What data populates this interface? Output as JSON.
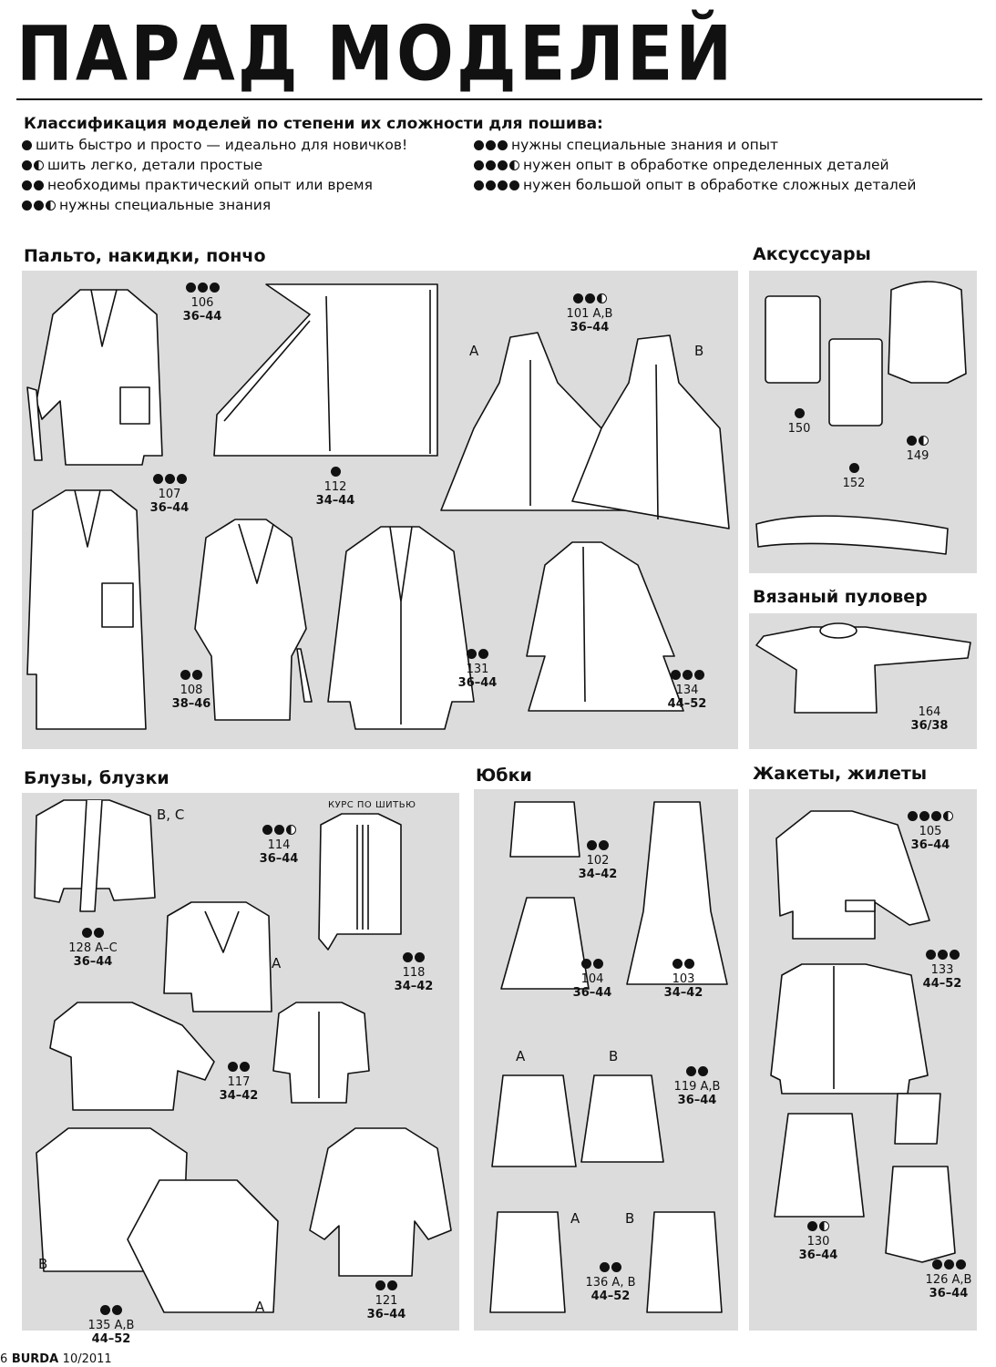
{
  "title": "ПАРАД МОДЕЛЕЙ",
  "legend": {
    "heading": "Классификация моделей по степени их сложности для пошива:",
    "left": [
      {
        "full": 1,
        "half": 0,
        "text": "шить быстро и просто — идеально для новичков!"
      },
      {
        "full": 1,
        "half": 1,
        "text": "шить легко, детали простые"
      },
      {
        "full": 2,
        "half": 0,
        "text": "необходимы практический опыт или время"
      },
      {
        "full": 2,
        "half": 1,
        "text": "нужны специальные знания"
      }
    ],
    "right": [
      {
        "full": 3,
        "half": 0,
        "text": "нужны специальные знания и опыт"
      },
      {
        "full": 3,
        "half": 1,
        "text": "нужен опыт в обработке определенных деталей"
      },
      {
        "full": 4,
        "half": 0,
        "text": "нужен большой опыт в обработке сложных деталей"
      }
    ]
  },
  "sections": {
    "coats": "Пальто, накидки, пончо",
    "accessories": "Аксуссуары",
    "pullover": "Вязаный пуловер",
    "blouses": "Блузы, блузки",
    "skirts": "Юбки",
    "jackets": "Жакеты, жилеты"
  },
  "items": {
    "m106": {
      "num": "106",
      "size": "36–44",
      "full": 3,
      "half": 0
    },
    "m112": {
      "num": "112",
      "size": "34–44",
      "full": 1,
      "half": 0
    },
    "m101": {
      "num": "101 А,В",
      "size": "36–44",
      "full": 2,
      "half": 1
    },
    "m107": {
      "num": "107",
      "size": "36–44",
      "full": 3,
      "half": 0
    },
    "m108": {
      "num": "108",
      "size": "38–46",
      "full": 2,
      "half": 0
    },
    "m131": {
      "num": "131",
      "size": "36–44",
      "full": 2,
      "half": 0
    },
    "m134": {
      "num": "134",
      "size": "44–52",
      "full": 3,
      "half": 0
    },
    "m150": {
      "num": "150",
      "size": "",
      "full": 1,
      "half": 0
    },
    "m149": {
      "num": "149",
      "size": "",
      "full": 1,
      "half": 1
    },
    "m152": {
      "num": "152",
      "size": "",
      "full": 1,
      "half": 0
    },
    "m164": {
      "num": "164",
      "size": "36/38",
      "full": 0,
      "half": 0
    },
    "m128": {
      "num": "128 А–С",
      "size": "36–44",
      "full": 2,
      "half": 0
    },
    "m114": {
      "num": "114",
      "size": "36–44",
      "full": 2,
      "half": 1
    },
    "m118": {
      "num": "118",
      "size": "34–42",
      "full": 2,
      "half": 0
    },
    "m117": {
      "num": "117",
      "size": "34–42",
      "full": 2,
      "half": 0
    },
    "m135": {
      "num": "135 А,В",
      "size": "44–52",
      "full": 2,
      "half": 0
    },
    "m121": {
      "num": "121",
      "size": "36–44",
      "full": 2,
      "half": 0
    },
    "m102": {
      "num": "102",
      "size": "34–42",
      "full": 2,
      "half": 0
    },
    "m104": {
      "num": "104",
      "size": "36–44",
      "full": 2,
      "half": 0
    },
    "m103": {
      "num": "103",
      "size": "34–42",
      "full": 2,
      "half": 0
    },
    "m119": {
      "num": "119 А,В",
      "size": "36–44",
      "full": 2,
      "half": 0
    },
    "m136": {
      "num": "136 А, В",
      "size": "44–52",
      "full": 2,
      "half": 0
    },
    "m105": {
      "num": "105",
      "size": "36–44",
      "full": 3,
      "half": 1
    },
    "m133": {
      "num": "133",
      "size": "44–52",
      "full": 3,
      "half": 0
    },
    "m130": {
      "num": "130",
      "size": "36–44",
      "full": 1,
      "half": 1
    },
    "m126": {
      "num": "126 А,В",
      "size": "36–44",
      "full": 3,
      "half": 0
    }
  },
  "labels": {
    "a": "А",
    "b": "В",
    "bc": "В, С",
    "kurs": "КУРС ПО ШИТЬЮ"
  },
  "footer": {
    "page": "6",
    "brand": "BURDA",
    "issue": "10/2011"
  }
}
